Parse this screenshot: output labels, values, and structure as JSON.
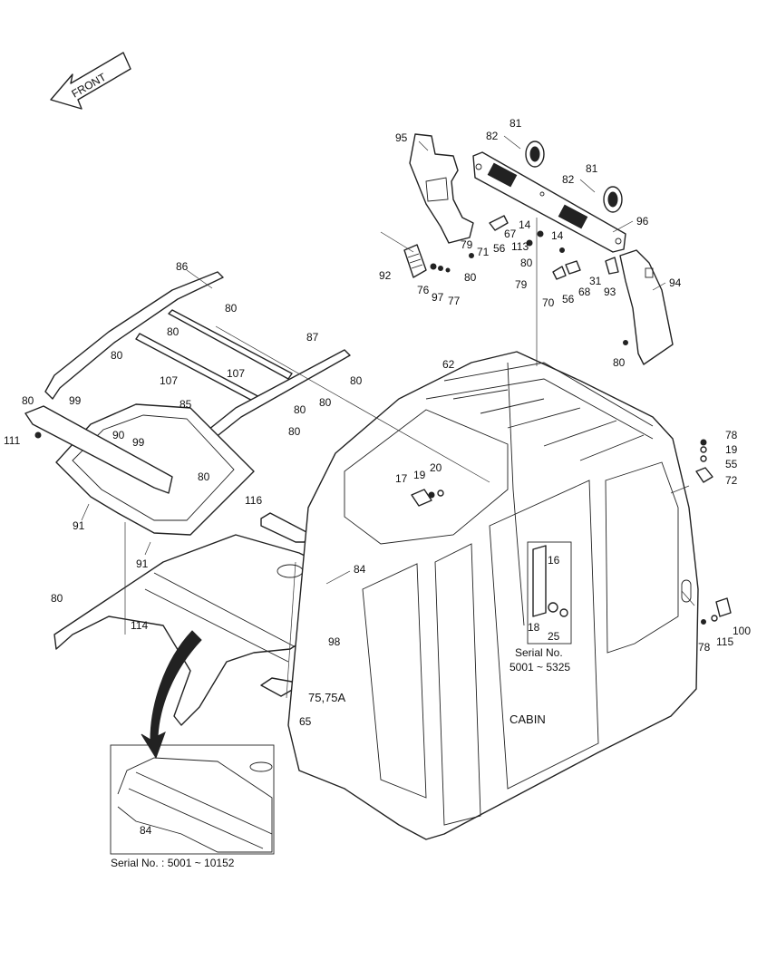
{
  "front_label": "FRONT",
  "labels": [
    {
      "key": "95",
      "text": "95"
    },
    {
      "key": "82a",
      "text": "82"
    },
    {
      "key": "81a",
      "text": "81"
    },
    {
      "key": "81b",
      "text": "81"
    },
    {
      "key": "82b",
      "text": "82"
    },
    {
      "key": "96",
      "text": "96"
    },
    {
      "key": "14a",
      "text": "14"
    },
    {
      "key": "67",
      "text": "67"
    },
    {
      "key": "14b",
      "text": "14"
    },
    {
      "key": "79a",
      "text": "79"
    },
    {
      "key": "71",
      "text": "71"
    },
    {
      "key": "56a",
      "text": "56"
    },
    {
      "key": "113",
      "text": "113"
    },
    {
      "key": "80a",
      "text": "80"
    },
    {
      "key": "80b",
      "text": "80"
    },
    {
      "key": "92",
      "text": "92"
    },
    {
      "key": "76",
      "text": "76"
    },
    {
      "key": "97",
      "text": "97"
    },
    {
      "key": "77",
      "text": "77"
    },
    {
      "key": "79b",
      "text": "79"
    },
    {
      "key": "70",
      "text": "70"
    },
    {
      "key": "56b",
      "text": "56"
    },
    {
      "key": "68",
      "text": "68"
    },
    {
      "key": "31",
      "text": "31"
    },
    {
      "key": "93",
      "text": "93"
    },
    {
      "key": "94",
      "text": "94"
    },
    {
      "key": "80c",
      "text": "80"
    },
    {
      "key": "86",
      "text": "86"
    },
    {
      "key": "80d",
      "text": "80"
    },
    {
      "key": "80e",
      "text": "80"
    },
    {
      "key": "80f",
      "text": "80"
    },
    {
      "key": "107a",
      "text": "107"
    },
    {
      "key": "107b",
      "text": "107"
    },
    {
      "key": "87",
      "text": "87"
    },
    {
      "key": "80g",
      "text": "80"
    },
    {
      "key": "62",
      "text": "62"
    },
    {
      "key": "80h",
      "text": "80"
    },
    {
      "key": "99a",
      "text": "99"
    },
    {
      "key": "80i",
      "text": "80"
    },
    {
      "key": "80j",
      "text": "80"
    },
    {
      "key": "85",
      "text": "85"
    },
    {
      "key": "111",
      "text": "111"
    },
    {
      "key": "90",
      "text": "90"
    },
    {
      "key": "99b",
      "text": "99"
    },
    {
      "key": "80k",
      "text": "80"
    },
    {
      "key": "17",
      "text": "17"
    },
    {
      "key": "19a",
      "text": "19"
    },
    {
      "key": "20",
      "text": "20"
    },
    {
      "key": "78a",
      "text": "78"
    },
    {
      "key": "19b",
      "text": "19"
    },
    {
      "key": "55",
      "text": "55"
    },
    {
      "key": "72",
      "text": "72"
    },
    {
      "key": "116",
      "text": "116"
    },
    {
      "key": "91a",
      "text": "91"
    },
    {
      "key": "91b",
      "text": "91"
    },
    {
      "key": "84a",
      "text": "84"
    },
    {
      "key": "16",
      "text": "16"
    },
    {
      "key": "80l",
      "text": "80"
    },
    {
      "key": "114",
      "text": "114"
    },
    {
      "key": "98",
      "text": "98"
    },
    {
      "key": "18",
      "text": "18"
    },
    {
      "key": "25",
      "text": "25"
    },
    {
      "key": "100",
      "text": "100"
    },
    {
      "key": "78b",
      "text": "78"
    },
    {
      "key": "115",
      "text": "115"
    },
    {
      "key": "7575a",
      "text": "75,75A"
    },
    {
      "key": "65",
      "text": "65"
    },
    {
      "key": "84b",
      "text": "84"
    }
  ],
  "serial_box_1": {
    "line1": "Serial No.",
    "line2": "5001 ~ 5325"
  },
  "cabin_label": "CABIN",
  "serial_box_2": "Serial No. : 5001 ~ 10152",
  "colors": {
    "line": "#222222",
    "background": "#ffffff"
  }
}
